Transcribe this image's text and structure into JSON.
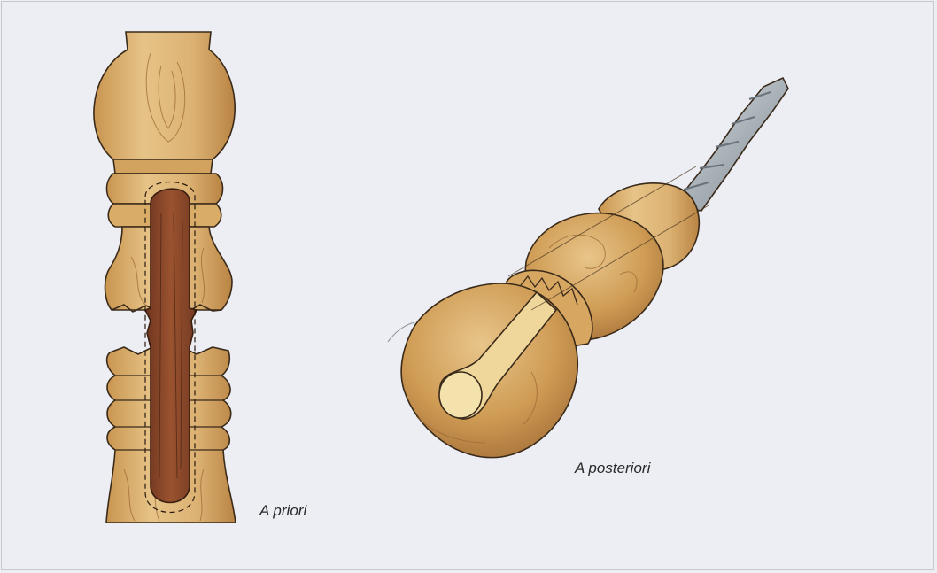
{
  "captions": {
    "left": "A priori",
    "right": "A posteriori"
  },
  "colors": {
    "background": "#eceef3",
    "wood_light": "#e2bd7e",
    "wood_mid": "#cf9c55",
    "wood_dark": "#a9743a",
    "dowel": "#8f4a2b",
    "dowel_dark": "#6e3520",
    "dowel_end": "#f2dca0",
    "metal": "#b9c2c8",
    "metal_dark": "#7d878e",
    "outline": "#3a2a1a"
  },
  "icons": [
    "turned-spindle-with-dowel",
    "handle-with-screw"
  ]
}
